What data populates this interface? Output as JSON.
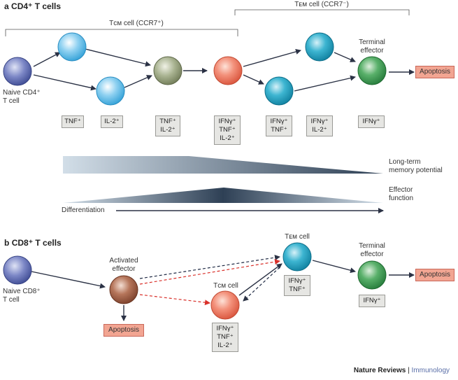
{
  "panel_a": {
    "letter": "a",
    "title": "CD4⁺ T cells",
    "tcm_bracket": "Tᴄᴍ cell (CCR7⁺)",
    "tem_bracket": "Tᴇᴍ cell (CCR7⁻)",
    "naive_label": [
      "Naive CD4⁺",
      "T cell"
    ],
    "terminal_label": [
      "Terminal",
      "effector"
    ],
    "apoptosis": "Apoptosis",
    "boxes": [
      [
        "TNF⁺"
      ],
      [
        "IL-2⁺"
      ],
      [
        "TNF⁺",
        "IL-2⁺"
      ],
      [
        "IFNγ⁺",
        "TNF⁺",
        "IL-2⁺"
      ],
      [
        "IFNγ⁺",
        "TNF⁺"
      ],
      [
        "IFNγ⁺",
        "IL-2⁺"
      ],
      [
        "IFNγ⁺"
      ]
    ],
    "memory_label": [
      "Long-term",
      "memory potential"
    ],
    "effector_label": [
      "Effector",
      "function"
    ],
    "differentiation": "Differentiation"
  },
  "panel_b": {
    "letter": "b",
    "title": "CD8⁺ T cells",
    "naive_label": [
      "Naive CD8⁺",
      "T cell"
    ],
    "activated_label": [
      "Activated",
      "effector"
    ],
    "apoptosis_left": "Apoptosis",
    "tcm_label": "Tᴄᴍ cell",
    "tem_label": "Tᴇᴍ cell",
    "terminal_label": [
      "Terminal",
      "effector"
    ],
    "apoptosis_right": "Apoptosis",
    "tem_box": [
      "IFNγ⁺",
      "TNF⁺"
    ],
    "tcm_box": [
      "IFNγ⁺",
      "TNF⁺",
      "IL-2⁺"
    ],
    "terminal_box": [
      "IFNγ⁺"
    ]
  },
  "footer": {
    "journal": "Nature Reviews",
    "separator": " | ",
    "subject": "Immunology"
  },
  "colors": {
    "naive": "#5b68b0",
    "light_blue": "#5fb8e6",
    "olive": "#8f9a72",
    "salmon": "#ec6f55",
    "teal": "#1d9ab8",
    "green": "#3f9a55",
    "brown": "#9a5a42",
    "apoptosis_fill": "#f2a592",
    "red_dashed": "#d9302a",
    "dark_dashed": "#1f2a44"
  }
}
